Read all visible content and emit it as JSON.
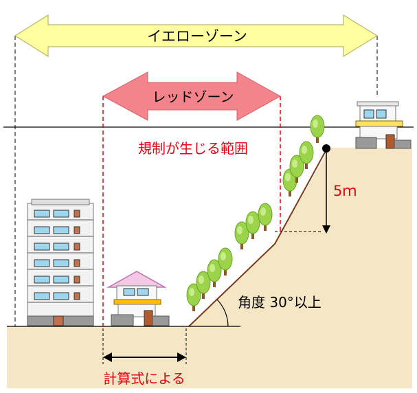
{
  "yellow_zone": {
    "label": "イエローゾーン",
    "color": "#ffffa0"
  },
  "red_zone": {
    "label": "レッドゾーン",
    "color": "#f4848c",
    "note": "規制が生じる範囲"
  },
  "height_label": "5ｍ",
  "angle_label": "角度 30°以上",
  "calc_label": "計算式による",
  "colors": {
    "ground": "#f5e6c6",
    "red_text": "#e60012",
    "red_line": "#e60012",
    "tree": "#9bd34a",
    "trunk": "#8b5a2b",
    "slope_line": "#7a3b1a"
  },
  "icons": [
    "apartment-building-icon",
    "house-icon",
    "hilltop-house-icon",
    "tree-icon"
  ]
}
